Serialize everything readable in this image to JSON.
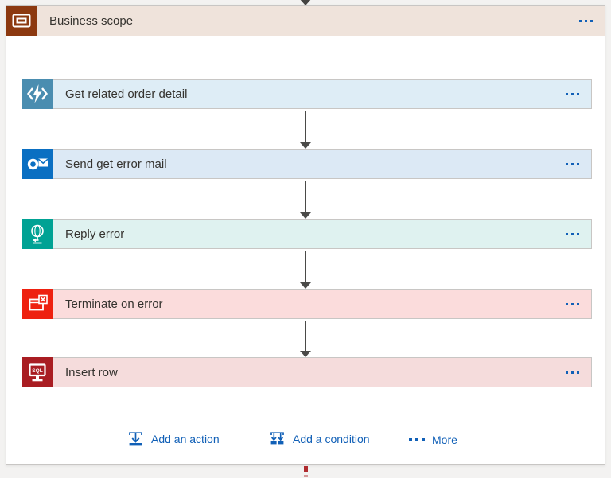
{
  "colors": {
    "page_bg": "#F3F2F1",
    "link_blue": "#1160B7",
    "arrow_gray": "#4A4A48",
    "scope_header_bg": "#EFE3DB",
    "scope_icon_bg": "#8C3910",
    "connector_stub_red": "#AF2B2F"
  },
  "scope": {
    "title": "Business scope",
    "actions": [
      {
        "label": "Get related order detail",
        "icon": "custom-connector-icon",
        "icon_bg": "#4A8DB0",
        "row_bg": "#DEEDF6"
      },
      {
        "label": "Send get error mail",
        "icon": "outlook-icon",
        "icon_bg": "#0A6FC2",
        "row_bg": "#DCE9F5"
      },
      {
        "label": "Reply error",
        "icon": "response-globe-icon",
        "icon_bg": "#00A294",
        "row_bg": "#DFF2F0"
      },
      {
        "label": "Terminate on error",
        "icon": "terminate-icon",
        "icon_bg": "#EE2110",
        "row_bg": "#FBDCDC"
      },
      {
        "label": "Insert row",
        "icon": "sql-database-icon",
        "icon_bg": "#A91D22",
        "row_bg": "#F5DCDC"
      }
    ],
    "footer": {
      "add_action_label": "Add an action",
      "add_condition_label": "Add a condition",
      "more_label": "More"
    }
  }
}
